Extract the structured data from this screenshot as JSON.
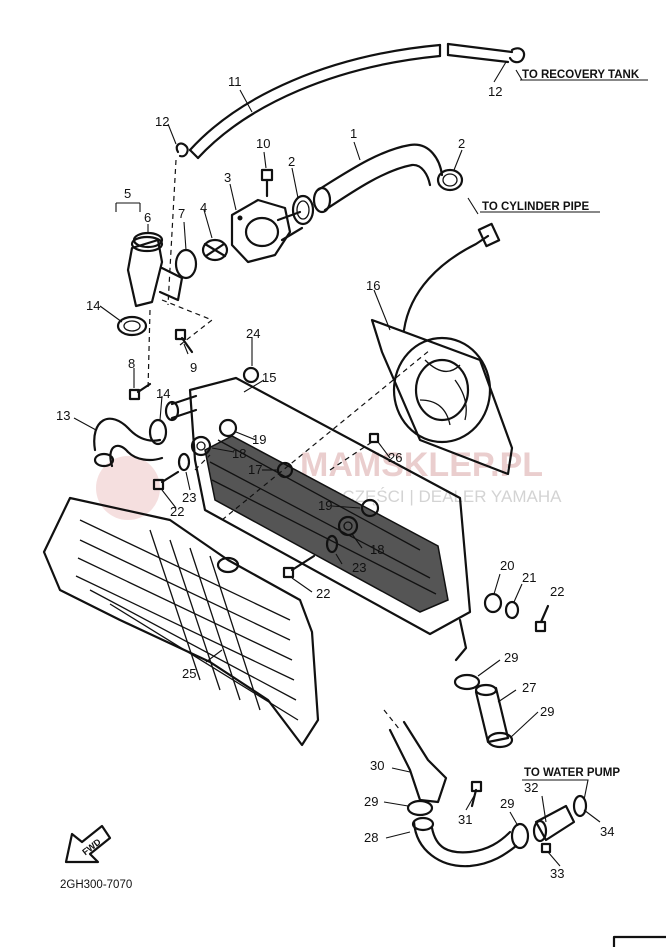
{
  "labels": {
    "p1": "1",
    "p2a": "2",
    "p2b": "2",
    "p3": "3",
    "p4": "4",
    "p5": "5",
    "p6": "6",
    "p7": "7",
    "p8": "8",
    "p9": "9",
    "p10": "10",
    "p11": "11",
    "p12a": "12",
    "p12b": "12",
    "p13": "13",
    "p14a": "14",
    "p14b": "14",
    "p15": "15",
    "p16": "16",
    "p17": "17",
    "p18a": "18",
    "p18b": "18",
    "p19a": "19",
    "p19b": "19",
    "p20": "20",
    "p21": "21",
    "p22a": "22",
    "p22b": "22",
    "p22c": "22",
    "p23a": "23",
    "p23b": "23",
    "p24": "24",
    "p25": "25",
    "p26": "26",
    "p27": "27",
    "p28": "28",
    "p29a": "29",
    "p29b": "29",
    "p29c": "29",
    "p29d": "29",
    "p30": "30",
    "p31": "31",
    "p32": "32",
    "p33": "33",
    "p34": "34"
  },
  "destinations": {
    "recovery_tank": "TO RECOVERY TANK",
    "cylinder_pipe": "TO CYLINDER PIPE",
    "water_pump": "TO WATER PUMP"
  },
  "fwd_arrow_text": "FWD",
  "diagram_code": "2GH300-7070",
  "watermark": {
    "brand": "MAMSKLEP.PL",
    "tagline": "MOTOCYKLE | CZĘŚCI | DEALER YAMAHA"
  }
}
